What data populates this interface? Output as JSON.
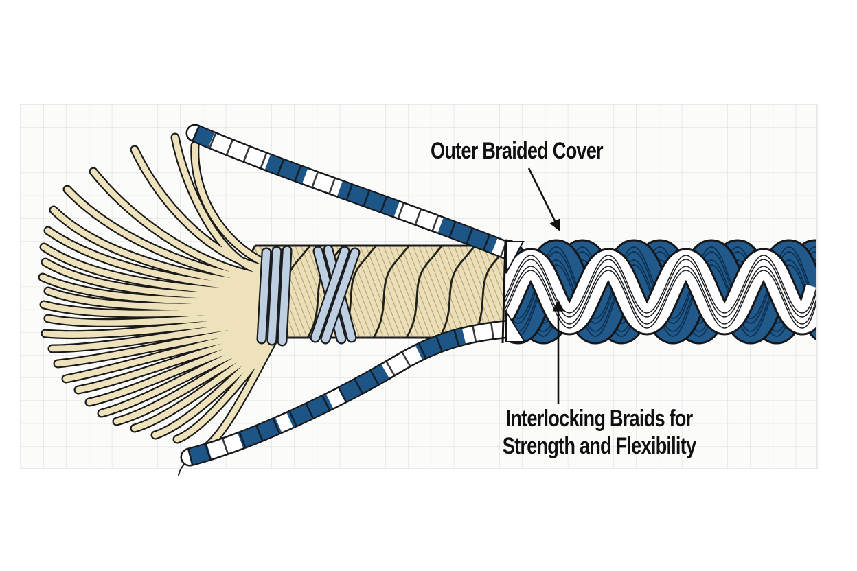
{
  "diagram": {
    "subject": "double-braided rope cutaway",
    "labels": {
      "outer_cover": "Outer Braided Cover",
      "interlock_line1": "Interlocking Braids for",
      "interlock_line2": "Strength and Flexibility"
    }
  },
  "colors": {
    "page-bg": "#ffffff",
    "panel-bg": "#fbfbf9",
    "grid-line": "#d9dcdf",
    "outline-ink": "#1a1a1a",
    "label-ink": "#101010",
    "core-tan": "#ecdfb6",
    "fiber-tan": "#eee2bc",
    "whipping-blue": "#bdcfe0",
    "braid-blue": "#21598a",
    "braid-blue-hatch": "#0c3051",
    "strand-blue": "#1d5586",
    "strand-white": "#ffffff"
  }
}
